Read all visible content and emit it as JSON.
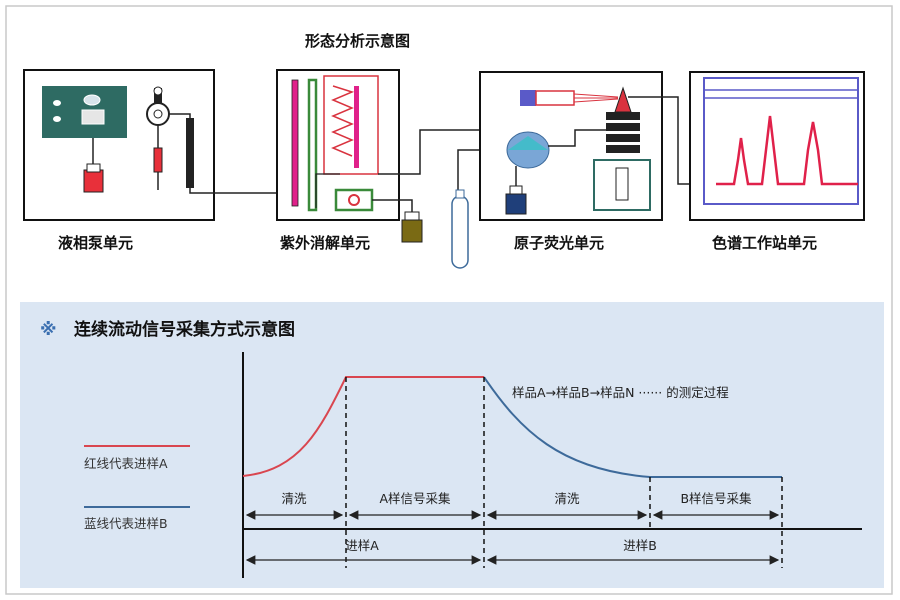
{
  "schematic": {
    "title": "形态分析示意图",
    "units": [
      {
        "label": "液相泵单元"
      },
      {
        "label": "紫外消解单元"
      },
      {
        "label": "原子荧光单元"
      },
      {
        "label": "色谱工作站单元"
      }
    ]
  },
  "flow_section": {
    "mark": "※",
    "title": "连续流动信号采集方式示意图",
    "note": "样品A→样品B→样品N ······ 的测定过程",
    "legend": [
      {
        "label": "红线代表进样A",
        "color": "#d9464f"
      },
      {
        "label": "蓝线代表进样B",
        "color": "#3d6a9a"
      }
    ],
    "phases": [
      "清洗",
      "A样信号采集",
      "清洗",
      "B样信号采集"
    ],
    "injections": [
      "进样A",
      "进样B"
    ]
  },
  "colors": {
    "panel_bg": "#dbe6f3",
    "pump_box": "#2e6b63",
    "magenta": "#e0218a",
    "red_coil": "#d9333f",
    "green": "#3a8a3a",
    "afs_ball": "#7aa6d6",
    "chart_peak": "#e0214a",
    "screen_border": "#5a5ac8"
  }
}
